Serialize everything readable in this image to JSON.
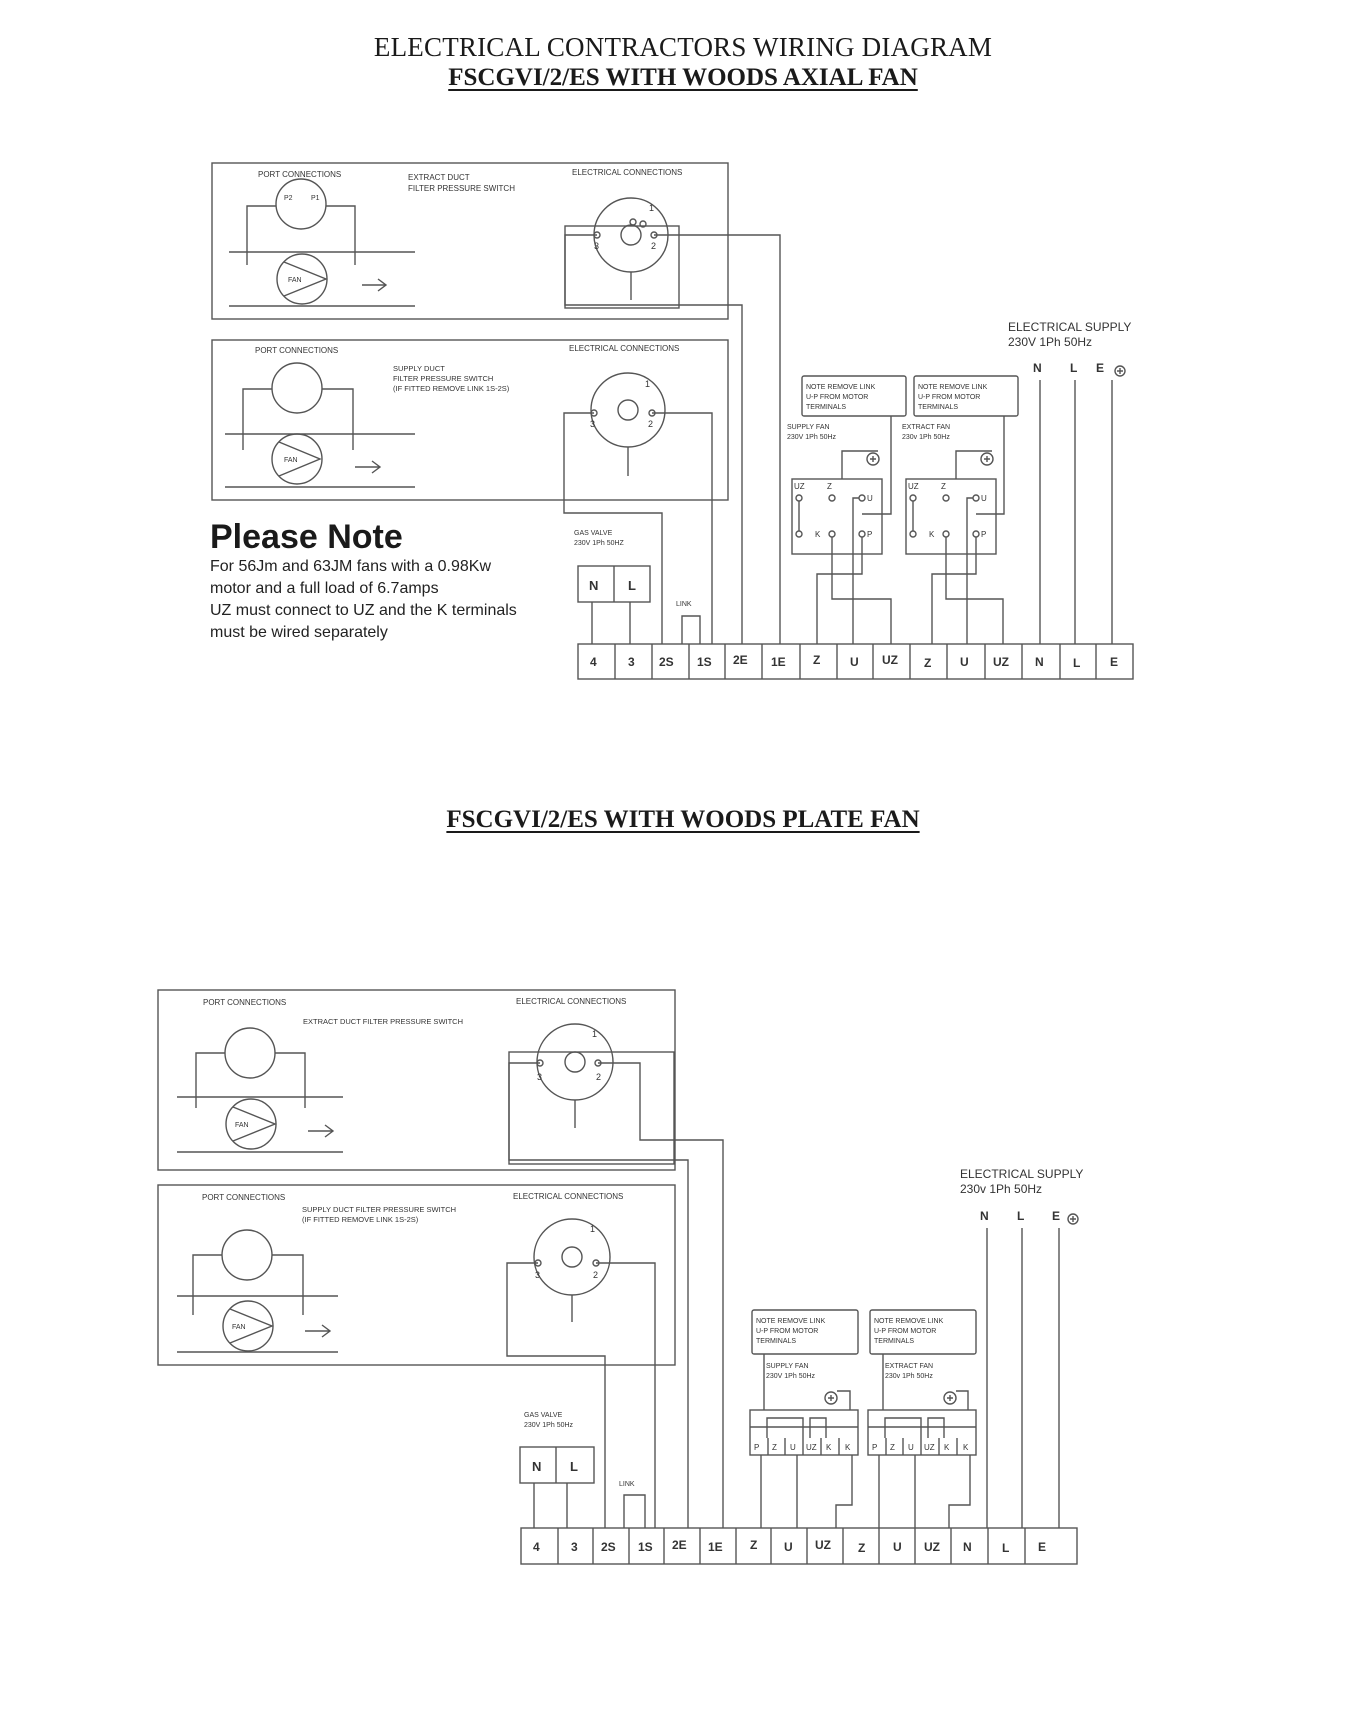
{
  "header": {
    "title": "ELECTRICAL CONTRACTORS WIRING DIAGRAM",
    "subtitle_axial": "FSCGVI/2/ES WITH WOODS AXIAL FAN",
    "subtitle_plate": "FSCGVI/2/ES WITH WOODS PLATE FAN"
  },
  "please_note": {
    "title": "Please Note",
    "lines": [
      "For 56Jm and 63JM fans with a 0.98Kw",
      "motor and a full load of 6.7amps",
      "UZ must connect to UZ and the K terminals",
      "must be wired separately"
    ]
  },
  "labels": {
    "port_connections": "PORT CONNECTIONS",
    "electrical_connections": "ELECTRICAL CONNECTIONS",
    "extract_switch_1": "EXTRACT DUCT",
    "extract_switch_2": "FILTER PRESSURE SWITCH",
    "extract_switch_one_line": "EXTRACT DUCT FILTER PRESSURE SWITCH",
    "supply_switch_1": "SUPPLY DUCT",
    "supply_switch_2": "FILTER PRESSURE SWITCH",
    "supply_switch_3": "(IF FITTED REMOVE LINK 1S-2S)",
    "supply_switch_one_line": "SUPPLY DUCT FILTER PRESSURE SWITCH",
    "fan": "FAN",
    "p1": "P1",
    "p2": "P2",
    "p1_sign": "(+)",
    "p2_sign": "(-)",
    "pin_1": "1",
    "pin_2": "2",
    "pin_3": "3",
    "gas_valve_1": "GAS VALVE",
    "gas_valve_2": "230V 1Ph 50HZ",
    "gas_valve_2b": "230V 1Ph 50Hz",
    "link": "LINK",
    "note_remove_1": "NOTE REMOVE LINK",
    "note_remove_2": "U-P FROM MOTOR",
    "note_remove_3": "TERMINALS",
    "supply_fan_1": "SUPPLY FAN",
    "supply_fan_2": "230V 1Ph 50Hz",
    "extract_fan_1": "EXTRACT FAN",
    "extract_fan_2": "230v 1Ph 50Hz",
    "electrical_supply": "ELECTRICAL SUPPLY",
    "supply_rating_1": "230V 1Ph 50Hz",
    "supply_rating_2": "230v 1Ph 50Hz",
    "N": "N",
    "L": "L",
    "E": "E",
    "UZ": "UZ",
    "Z": "Z",
    "U": "U",
    "K": "K",
    "P": "P"
  },
  "terminal_strip": [
    "4",
    "3",
    "2S",
    "1S",
    "2E",
    "1E",
    "Z",
    "U",
    "UZ",
    "Z",
    "U",
    "UZ",
    "N",
    "L",
    "E"
  ],
  "plate_motor_terminals": [
    "P",
    "Z",
    "U",
    "UZ",
    "K",
    "K"
  ],
  "icons": {
    "earth": "earth-ground-icon",
    "arrow": "airflow-arrow-icon"
  },
  "colors": {
    "line": "#555555",
    "text": "#222222",
    "background": "#ffffff"
  }
}
